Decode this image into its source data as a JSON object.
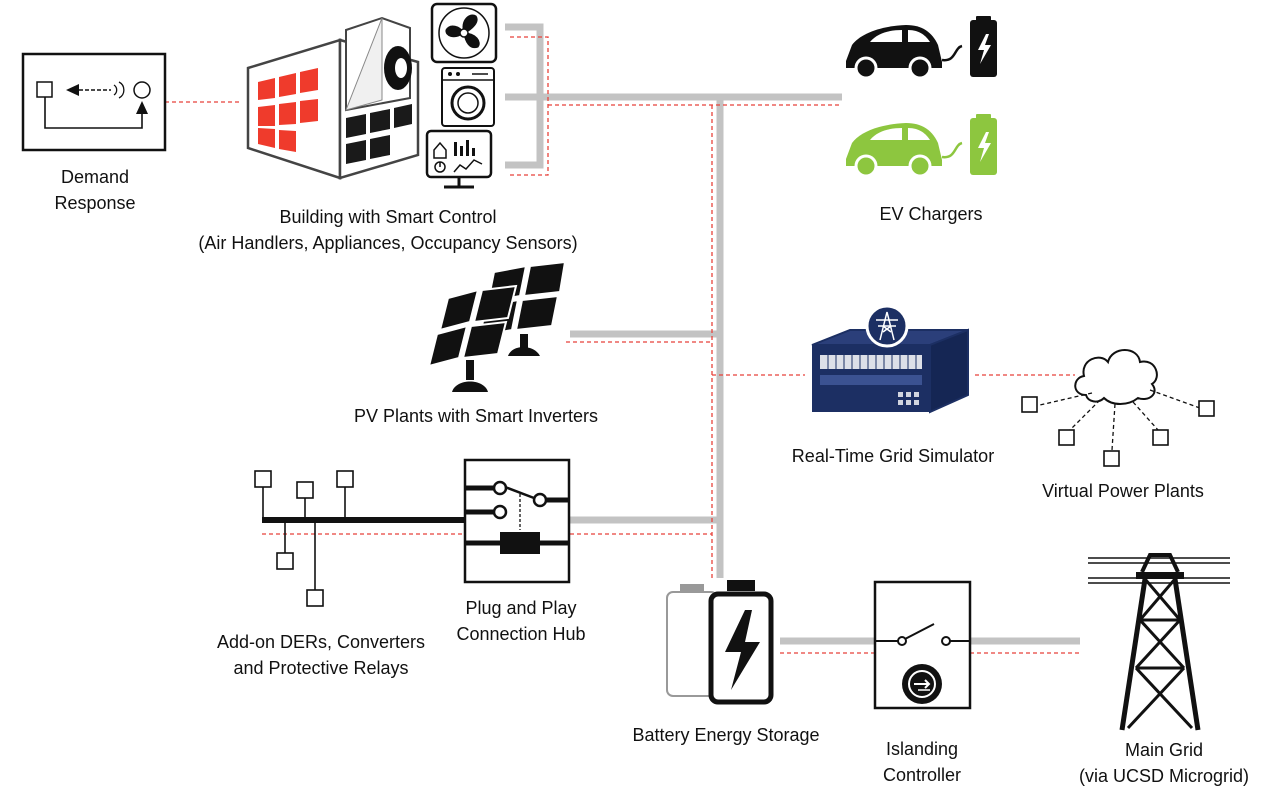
{
  "colors": {
    "power_line": "#c3c3c3",
    "comm_line": "#e8423a",
    "ink": "#111111",
    "accent_red": "#ef3b2c",
    "ev_green": "#8dc63f",
    "simulator_blue": "#1c2f63"
  },
  "labels": {
    "demand_response": [
      "Demand",
      "Response"
    ],
    "building": [
      "Building with Smart Control",
      "(Air Handlers, Appliances, Occupancy Sensors)"
    ],
    "ev_chargers": [
      "EV Chargers"
    ],
    "pv_plants": [
      "PV Plants with Smart Inverters"
    ],
    "grid_simulator": [
      "Real-Time Grid Simulator"
    ],
    "virtual_power_plants": [
      "Virtual Power Plants"
    ],
    "add_on_ders": [
      "Add-on DERs, Converters",
      "and Protective Relays"
    ],
    "plug_and_play": [
      "Plug and Play",
      "Connection Hub"
    ],
    "battery": [
      "Battery Energy Storage"
    ],
    "islanding": [
      "Islanding",
      "Controller"
    ],
    "main_grid": [
      "Main Grid",
      "(via UCSD Microgrid)"
    ]
  },
  "icons": [
    "demand-response-icon",
    "building-icon",
    "fan-icon",
    "washing-machine-icon",
    "monitor-icon",
    "ev-car-icon",
    "ev-charger-icon",
    "solar-panel-icon",
    "grid-simulator-icon",
    "cloud-icon",
    "switch-icon",
    "battery-icon",
    "islanding-switch-icon",
    "transmission-tower-icon"
  ]
}
